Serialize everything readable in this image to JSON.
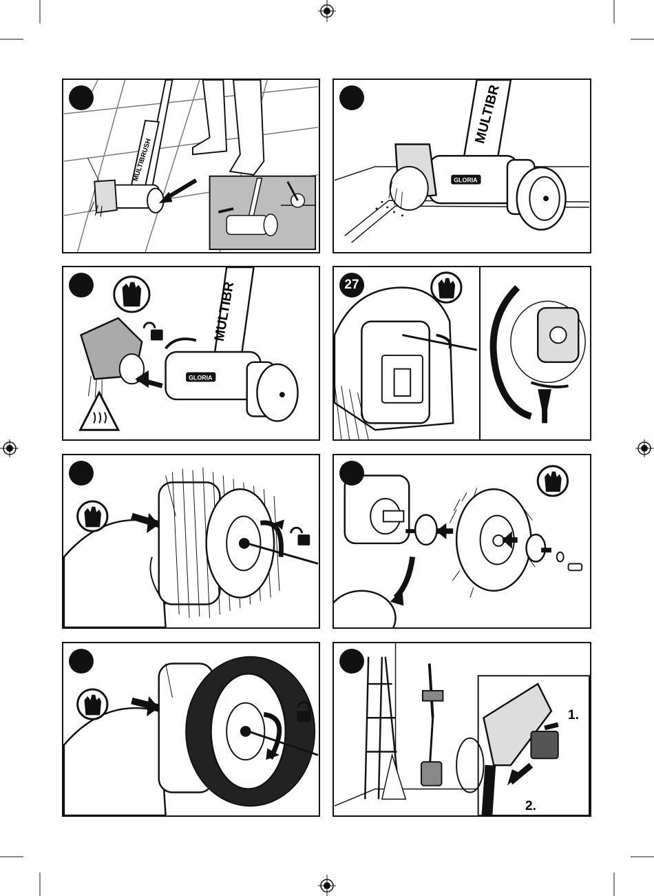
{
  "panels": [
    {
      "id": "p1",
      "step_number": "",
      "brand_wordmark": "MULTIBRUSH"
    },
    {
      "id": "p2",
      "step_number": "",
      "brand_wordmark": "MULTIBR",
      "brand_label": "GLORIA"
    },
    {
      "id": "p3",
      "step_number": "",
      "brand_wordmark": "MULTIBR",
      "brand_label": "GLORIA"
    },
    {
      "id": "p4",
      "step_number": "27"
    },
    {
      "id": "p5",
      "step_number": ""
    },
    {
      "id": "p6",
      "step_number": ""
    },
    {
      "id": "p7",
      "step_number": ""
    },
    {
      "id": "p8",
      "step_number": "",
      "step_labels": [
        "1.",
        "2."
      ]
    }
  ],
  "icons": {
    "glove": "glove-icon",
    "lock_open": "unlock-icon",
    "lock_closed": "lock-icon",
    "hot_surface": "hot-surface-warning-icon",
    "registration_mark": "registration-mark-icon"
  },
  "colors": {
    "line": "#111111",
    "panel_bg": "#ffffff",
    "inset_bg": "#bdbdbd",
    "tool_fill": "#e6e6e6"
  }
}
